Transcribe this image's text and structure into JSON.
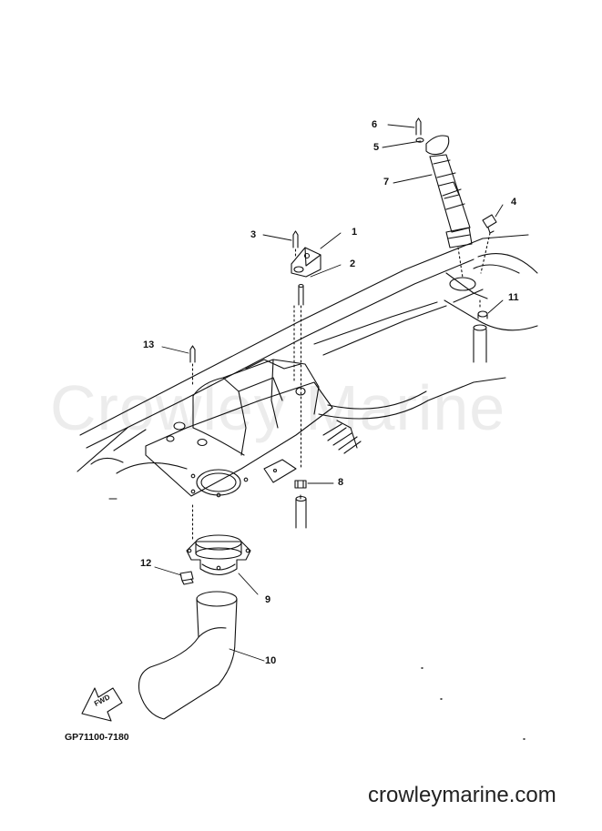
{
  "watermark_text": "Crowley Marine",
  "diagram_code": "GP71100-7180",
  "site_url": "crowleymarine.com",
  "direction_label": "FWD",
  "callouts": {
    "c1": "1",
    "c2": "2",
    "c3": "3",
    "c4": "4",
    "c5": "5",
    "c6": "6",
    "c7": "7",
    "c8": "8",
    "c9": "9",
    "c10": "10",
    "c11": "11",
    "c12": "12",
    "c13": "13"
  }
}
